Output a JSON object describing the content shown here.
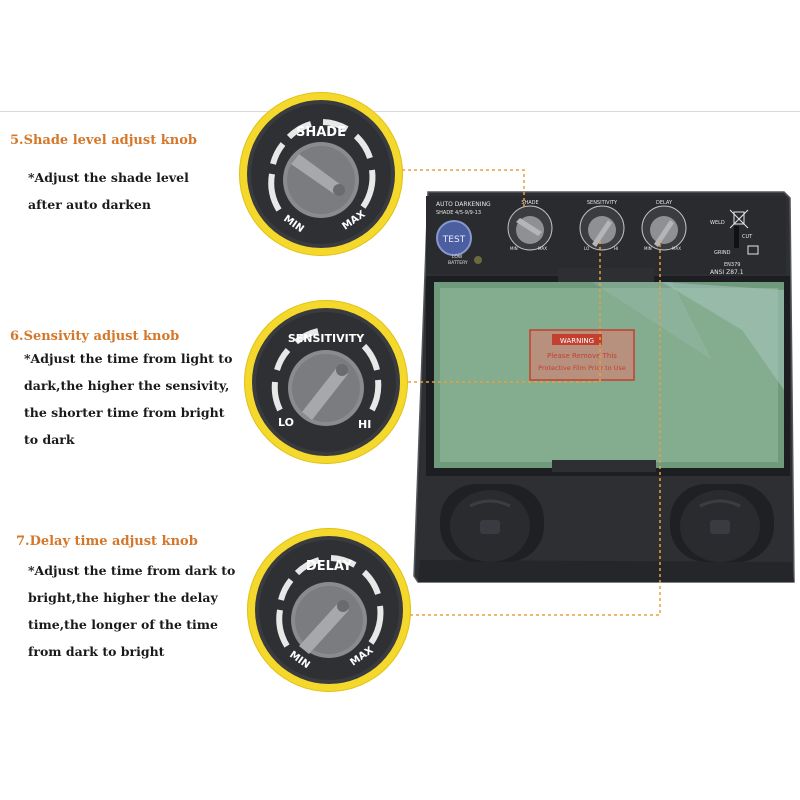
{
  "sections": [
    {
      "title": "5.Shade level adjust knob",
      "lines": [
        "*Adjust the shade level",
        "after auto darken"
      ],
      "knob_label": "SHADE",
      "min_label": "MIN",
      "max_label": "MAX"
    },
    {
      "title": "6.Sensivity adjust knob",
      "lines": [
        "*Adjust the time from light to",
        "dark,the higher the sensivity,",
        "the shorter time from bright",
        "to dark"
      ],
      "knob_label": "SENSITIVITY",
      "min_label": "LO",
      "max_label": "HI"
    },
    {
      "title": "7.Delay time adjust knob",
      "lines": [
        "*Adjust the time from dark to",
        "bright,the higher the delay",
        "time,the longer of the time",
        "from dark to bright"
      ],
      "knob_label": "DELAY",
      "min_label": "MIN",
      "max_label": "MAX"
    }
  ],
  "panel": {
    "header_line1": "AUTO DARKENING",
    "header_line2": "SHADE 4/5-9/9-13",
    "test_button": "TEST",
    "low_battery_1": "LOW",
    "low_battery_2": "BATTERY",
    "knobs": [
      {
        "label": "SHADE",
        "min": "MIN",
        "max": "MAX"
      },
      {
        "label": "SENSITIVITY",
        "min": "LO",
        "max": "HI"
      },
      {
        "label": "DELAY",
        "min": "MIN",
        "max": "MAX"
      }
    ],
    "weld": "WELD",
    "cut": "CUT",
    "grind": "GRIND",
    "standard_1": "EN379",
    "standard_2": "ANSI Z87.1",
    "warning_title": "WARNING",
    "warning_line1": "Please Remove This",
    "warning_line2": "Protective Film Prior to Use"
  },
  "colors": {
    "title": "#d4772a",
    "zoom_ring": "#f5d82c",
    "lead_line": "#e8a040",
    "panel_body": "#2e2f33",
    "lens": "#7fa88a"
  }
}
